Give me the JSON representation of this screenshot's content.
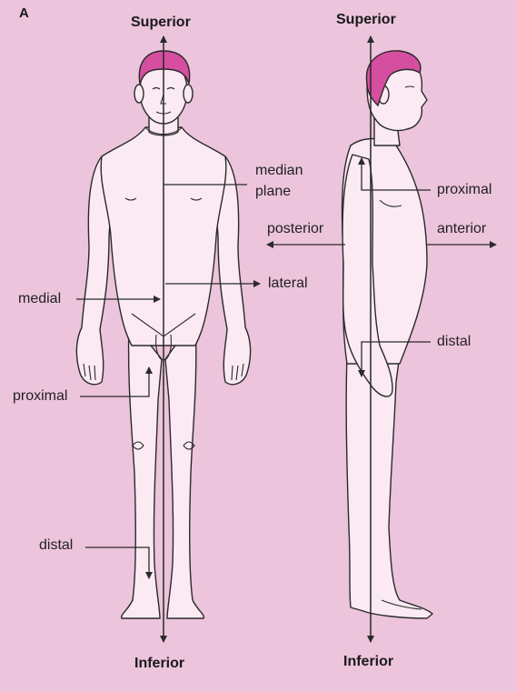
{
  "panel_letter": "A",
  "front_view": {
    "superior": "Superior",
    "inferior": "Inferior",
    "median": "median",
    "plane": "plane",
    "lateral": "lateral",
    "medial": "medial",
    "proximal": "proximal",
    "distal": "distal"
  },
  "side_view": {
    "superior": "Superior",
    "inferior": "Inferior",
    "proximal": "proximal",
    "posterior": "posterior",
    "anterior": "anterior",
    "distal": "distal"
  },
  "colors": {
    "background": "#ecc4dc",
    "skin": "#fbeaf3",
    "hair": "#d54ea0",
    "outline": "#2a2a2a"
  }
}
